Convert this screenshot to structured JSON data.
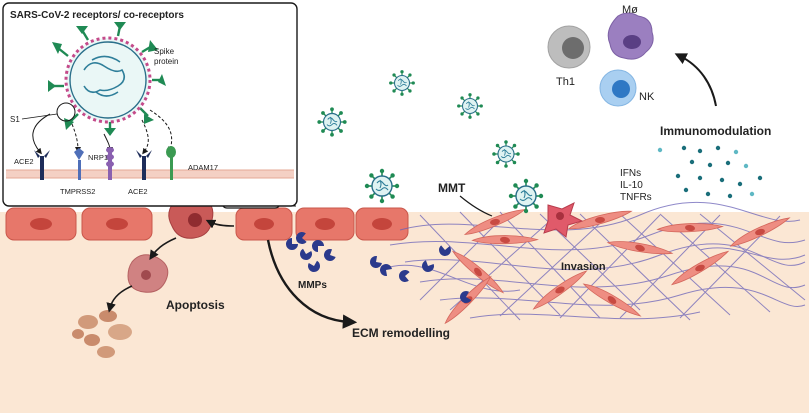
{
  "inset": {
    "title": "SARS-CoV-2 receptors/ co-receptors",
    "spike_label_1": "Spike",
    "spike_label_2": "protein",
    "s1": "S1",
    "ace2_left": "ACE2",
    "nrp1": "NRP1",
    "tmprss2": "TMPRSS2",
    "ace2_right": "ACE2",
    "adam17": "ADAM17"
  },
  "immune": {
    "mo": "Mø",
    "th1": "Th1",
    "nk": "NK",
    "heading": "Immunomodulation",
    "cytokines": [
      "IFNs",
      "IL-10",
      "TNFRs"
    ]
  },
  "labels": {
    "mmt": "MMT",
    "invasion": "Invasion",
    "mmps": "MMPs",
    "ecm": "ECM remodelling",
    "apoptosis": "Apoptosis"
  },
  "colors": {
    "tissue": "#fbe7d4",
    "epithelial_cell": "#e7776a",
    "virus_spike": "#1f8a54",
    "virus_core": "#dff3f2",
    "collagen": "#6a62b8",
    "mmp": "#2b3a8c",
    "cytokine_dot": "#1a6e7a"
  }
}
